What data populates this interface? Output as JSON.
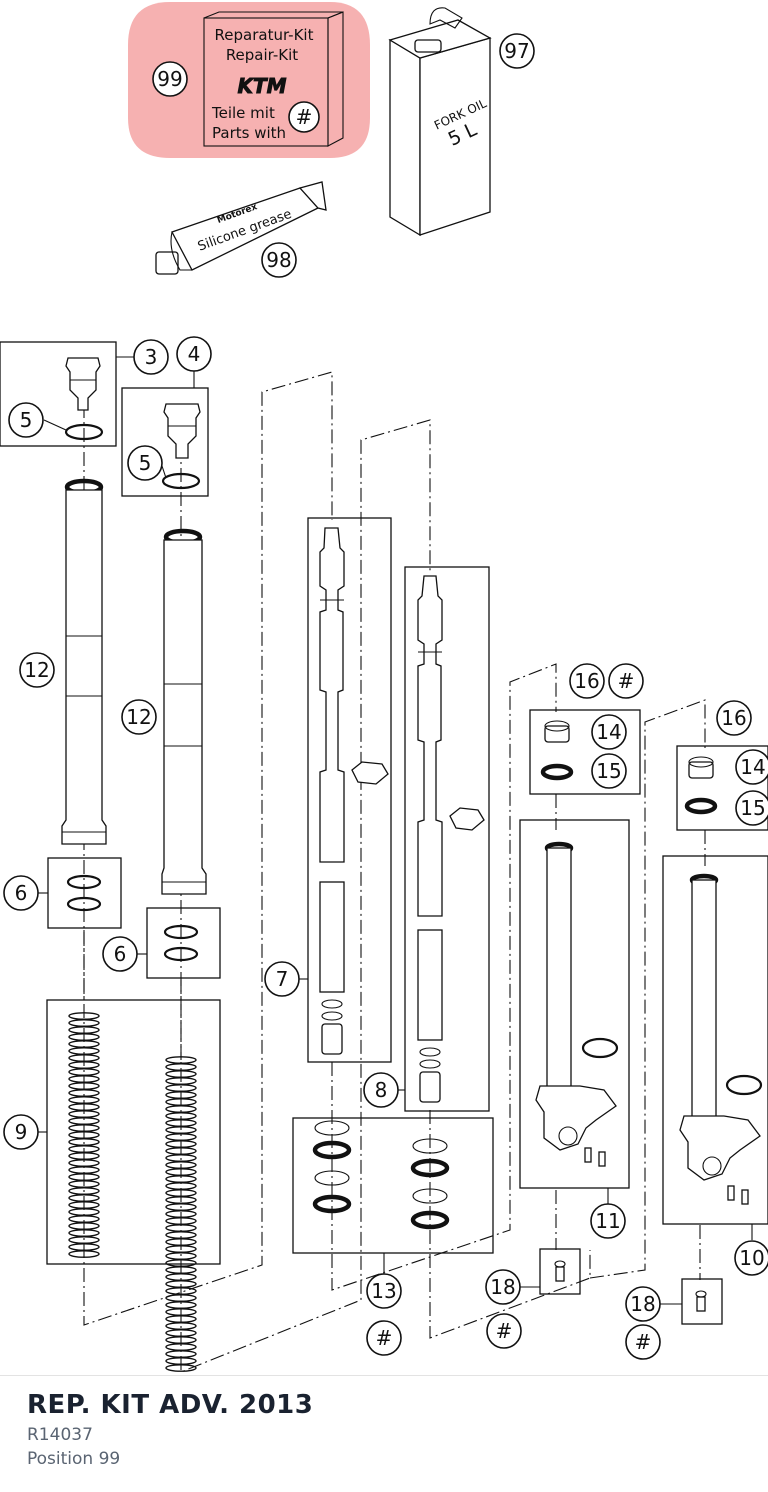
{
  "kit": {
    "line1": "Reparatur-Kit",
    "line2": "Repair-Kit",
    "brand": "KTM",
    "line3": "Teile mit",
    "line4": "Parts with",
    "marker": "#"
  },
  "oil_can": {
    "line1": "FORK OIL",
    "line2": "5 L"
  },
  "grease_tube": {
    "brand": "Motorex",
    "label": "Silicone grease"
  },
  "callouts": {
    "c99": "99",
    "c97": "97",
    "c98": "98",
    "c3": "3",
    "c4": "4",
    "c5a": "5",
    "c5b": "5",
    "c12a": "12",
    "c12b": "12",
    "c6a": "6",
    "c6b": "6",
    "c9": "9",
    "c7": "7",
    "c8": "8",
    "c13": "13",
    "c16a": "16",
    "c16b": "16",
    "c14a": "14",
    "c14b": "14",
    "c15a": "15",
    "c15b": "15",
    "c11": "11",
    "c10": "10",
    "c18a": "18",
    "c18b": "18",
    "h1": "#",
    "h2": "#",
    "h3": "#",
    "h4": "#"
  },
  "highlight_color": "#f4a3a3",
  "footer": {
    "title": "REP. KIT ADV. 2013",
    "code": "R14037",
    "position": "Position 99"
  }
}
